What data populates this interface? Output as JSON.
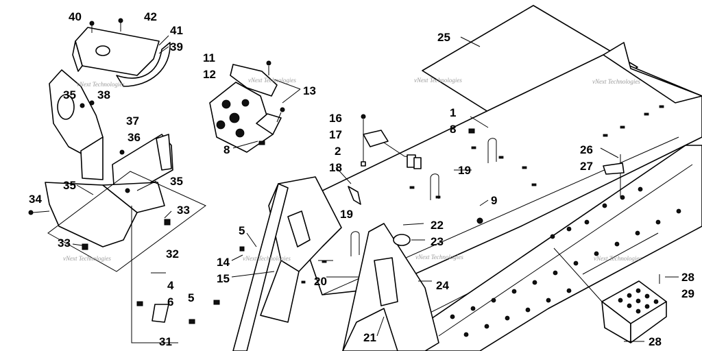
{
  "watermark": "vNext Technologies",
  "callouts": {
    "c1": "1",
    "c2": "2",
    "c4": "4",
    "c5a": "5",
    "c5b": "5",
    "c6": "6",
    "c8a": "8",
    "c8b": "8",
    "c9": "9",
    "c11": "11",
    "c12": "12",
    "c13": "13",
    "c14": "14",
    "c15": "15",
    "c16": "16",
    "c17": "17",
    "c18": "18",
    "c19a": "19",
    "c19b": "19",
    "c20": "20",
    "c21": "21",
    "c22": "22",
    "c23": "23",
    "c24": "24",
    "c25": "25",
    "c26": "26",
    "c27": "27",
    "c28a": "28",
    "c28b": "28",
    "c29": "29",
    "c31": "31",
    "c32": "32",
    "c33a": "33",
    "c33b": "33",
    "c34": "34",
    "c35a": "35",
    "c35b": "35",
    "c35c": "35",
    "c36": "36",
    "c37": "37",
    "c38": "38",
    "c39": "39",
    "c40": "40",
    "c41": "41",
    "c42": "42"
  }
}
